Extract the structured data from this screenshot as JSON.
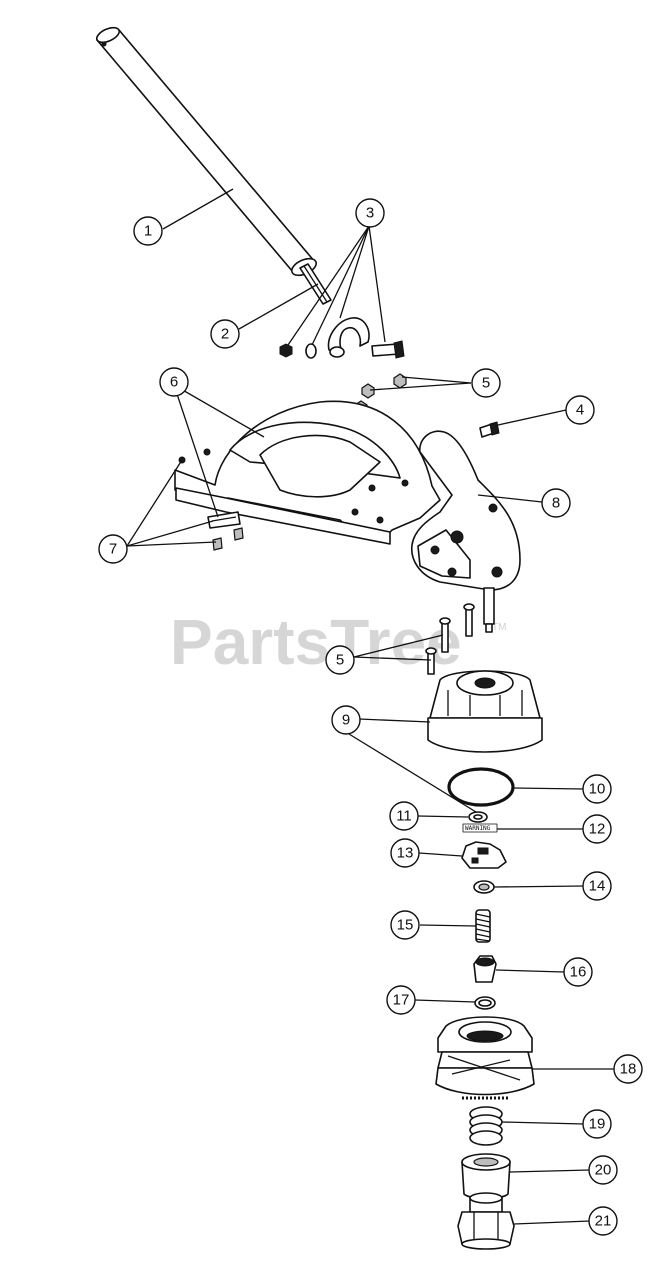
{
  "watermark": {
    "text": "PartsTree",
    "trademark": "TM"
  },
  "part12_marking": "WARNING",
  "callouts": {
    "c1": "1",
    "c2": "2",
    "c3": "3",
    "c4": "4",
    "c5a": "5",
    "c5b": "5",
    "c6": "6",
    "c7": "7",
    "c8": "8",
    "c9": "9",
    "c10": "10",
    "c11": "11",
    "c12": "12",
    "c13": "13",
    "c14": "14",
    "c15": "15",
    "c16": "16",
    "c17": "17",
    "c18": "18",
    "c19": "19",
    "c20": "20",
    "c21": "21"
  }
}
